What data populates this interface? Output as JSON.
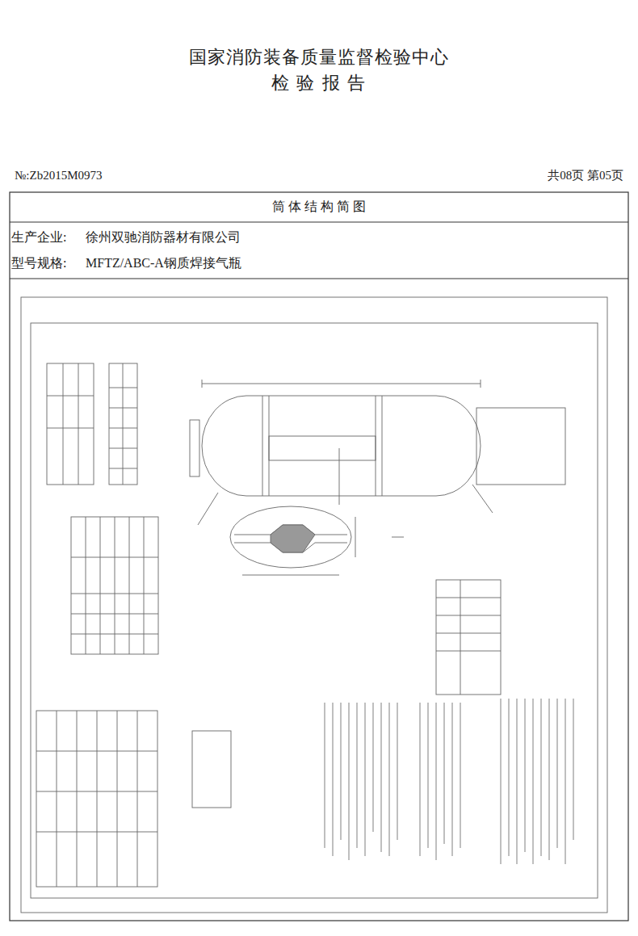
{
  "diagram": {
    "title": "国家消防装备质量监督检验中心",
    "labels": [
      "检 验 报 告",
      "№:Zb2015M0973",
      "共08页 第05页",
      "筒 体 结 构 简 图",
      "生产企业:",
      "徐州双驰消防器材有限公司",
      "型号规格:",
      "MFTZ/ABC-A钢质焊接气瓶"
    ]
  }
}
